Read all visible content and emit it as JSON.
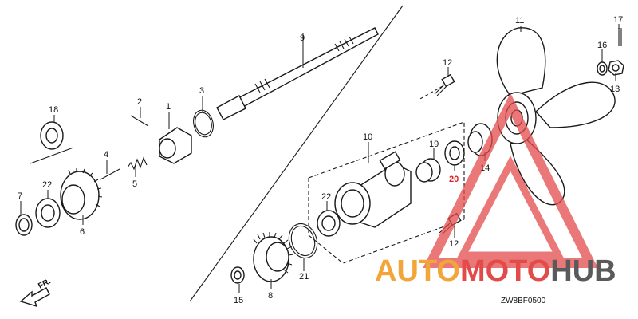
{
  "diagram": {
    "callouts": {
      "c1": "1",
      "c2": "2",
      "c3": "3",
      "c4": "4",
      "c5": "5",
      "c6": "6",
      "c7": "7",
      "c8": "8",
      "c9": "9",
      "c10": "10",
      "c11": "11",
      "c12a": "12",
      "c12b": "12",
      "c13": "13",
      "c14": "14",
      "c15": "15",
      "c16": "16",
      "c17": "17",
      "c18": "18",
      "c19": "19",
      "c20": "20",
      "c21": "21",
      "c22a": "22",
      "c22b": "22"
    },
    "direction_label": "FR.",
    "drawing_code": "ZW8BF0500"
  },
  "watermark": {
    "part1": "AUTO",
    "part2": "MOTO",
    "part3": "HUB",
    "color_orange": "#f2a63a",
    "color_red": "#e34b4b",
    "color_gray": "#5a5a5a"
  },
  "colors": {
    "line": "#1a1a1a",
    "callout_highlight": "#d9242b"
  }
}
